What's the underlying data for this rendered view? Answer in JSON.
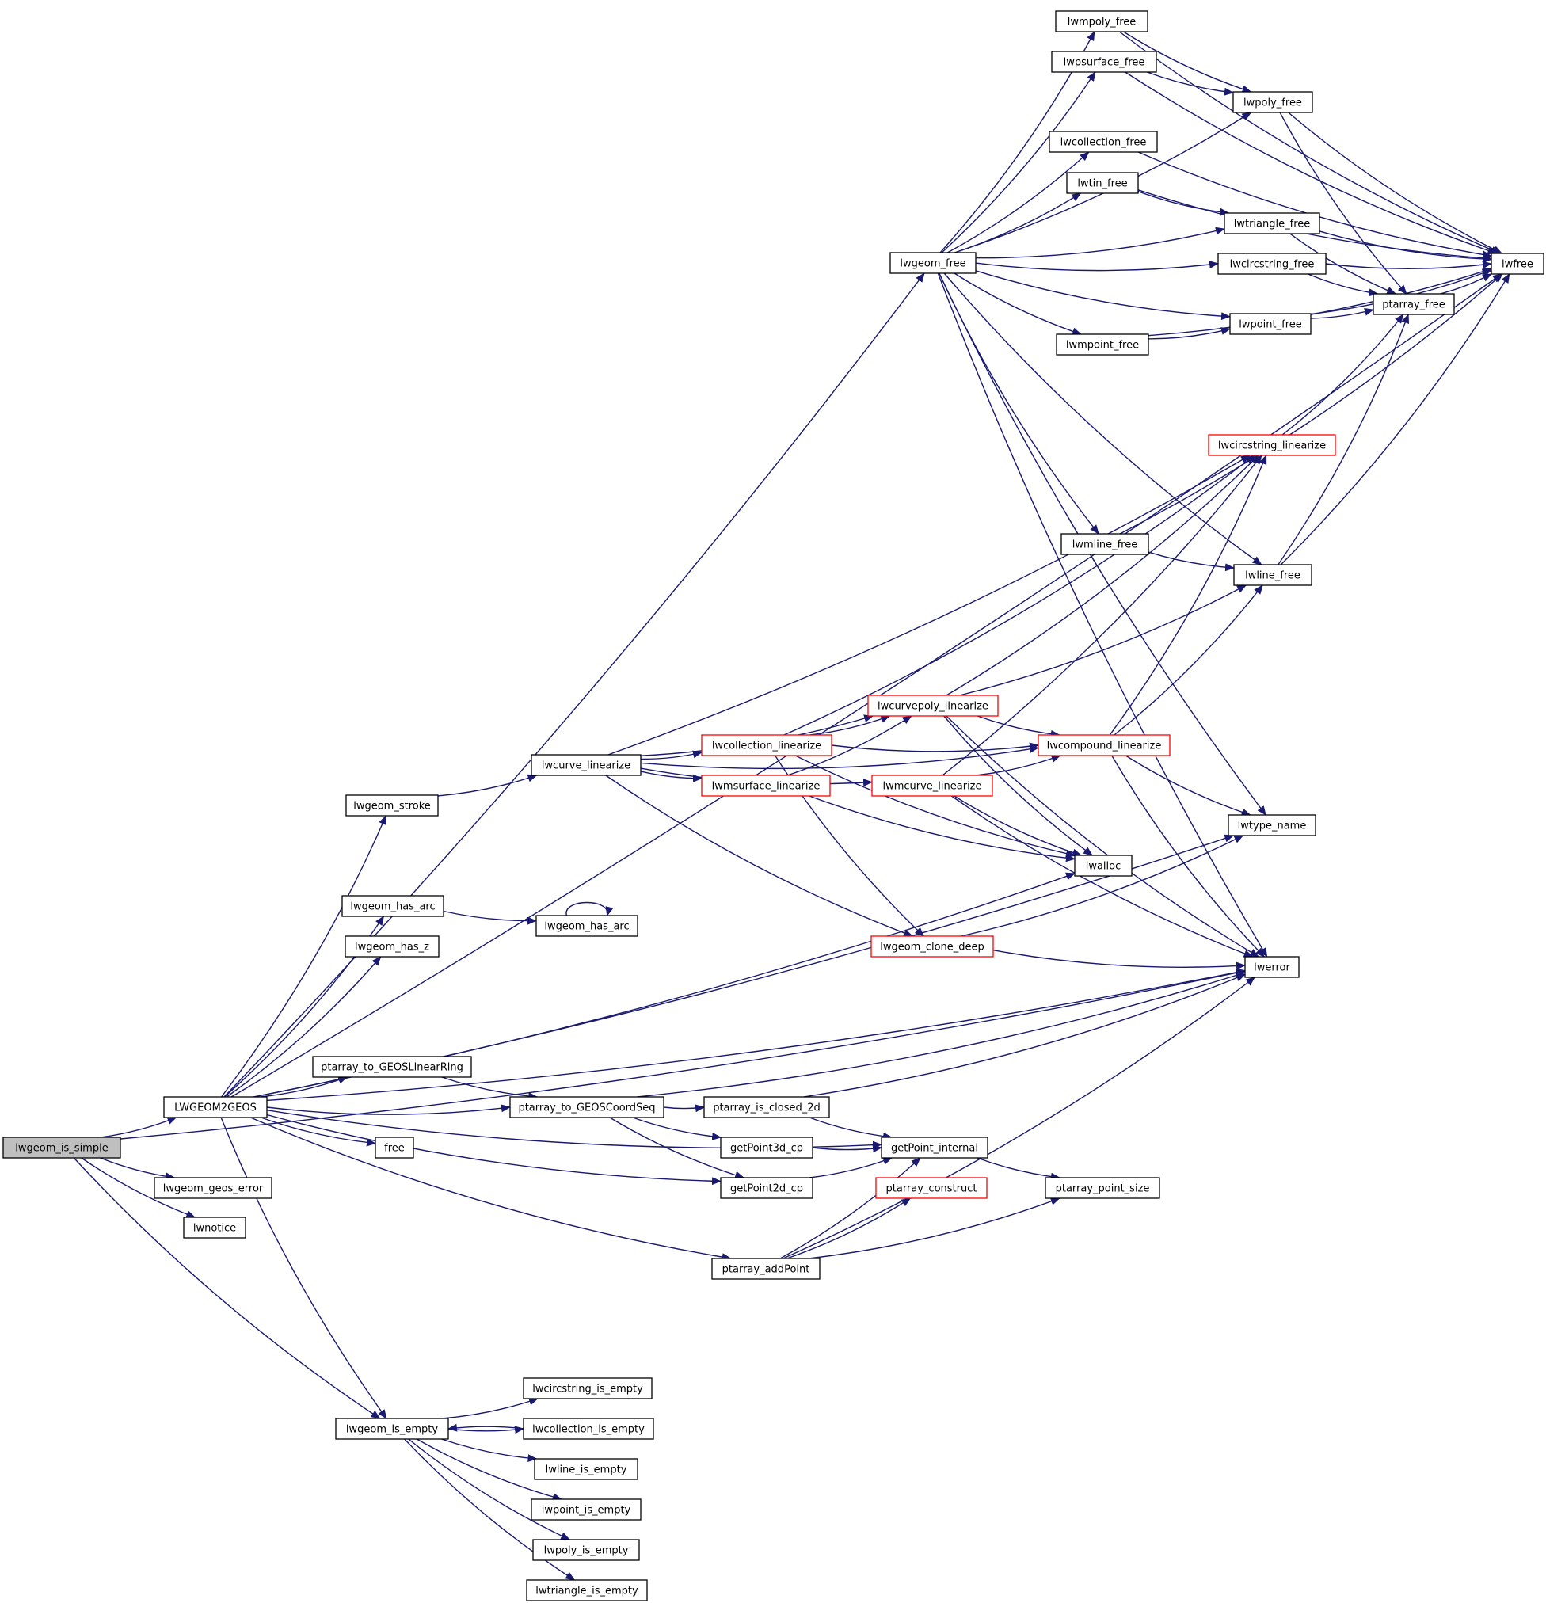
{
  "nodes": {
    "lwgeom_is_simple": "lwgeom_is_simple",
    "LWGEOM2GEOS": "LWGEOM2GEOS",
    "lwgeom_geos_error": "lwgeom_geos_error",
    "lwnotice": "lwnotice",
    "lwgeom_free": "lwgeom_free",
    "lwmpoly_free": "lwmpoly_free",
    "lwpsurface_free": "lwpsurface_free",
    "lwpoly_free": "lwpoly_free",
    "lwcollection_free": "lwcollection_free",
    "lwtin_free": "lwtin_free",
    "lwtriangle_free": "lwtriangle_free",
    "lwcircstring_free": "lwcircstring_free",
    "lwfree": "lwfree",
    "ptarray_free": "ptarray_free",
    "lwpoint_free": "lwpoint_free",
    "lwmpoint_free": "lwmpoint_free",
    "lwcircstring_linearize": "lwcircstring_linearize",
    "lwmline_free": "lwmline_free",
    "lwline_free": "lwline_free",
    "lwcurvepoly_linearize": "lwcurvepoly_linearize",
    "lwcollection_linearize": "lwcollection_linearize",
    "lwcompound_linearize": "lwcompound_linearize",
    "lwcurve_linearize": "lwcurve_linearize",
    "lwmsurface_linearize": "lwmsurface_linearize",
    "lwmcurve_linearize": "lwmcurve_linearize",
    "lwgeom_stroke": "lwgeom_stroke",
    "lwtype_name": "lwtype_name",
    "lwalloc": "lwalloc",
    "lwgeom_has_arc": "lwgeom_has_arc",
    "lwgeom_has_arc_2": "lwgeom_has_arc",
    "lwgeom_has_z": "lwgeom_has_z",
    "lwgeom_clone_deep": "lwgeom_clone_deep",
    "lwerror": "lwerror",
    "ptarray_to_GEOSLinearRing": "ptarray_to_GEOSLinearRing",
    "ptarray_to_GEOSCoordSeq": "ptarray_to_GEOSCoordSeq",
    "ptarray_is_closed_2d": "ptarray_is_closed_2d",
    "free": "free",
    "getPoint3d_cp": "getPoint3d_cp",
    "getPoint_internal": "getPoint_internal",
    "getPoint2d_cp": "getPoint2d_cp",
    "ptarray_construct": "ptarray_construct",
    "ptarray_point_size": "ptarray_point_size",
    "ptarray_addPoint": "ptarray_addPoint",
    "lwcircstring_is_empty": "lwcircstring_is_empty",
    "lwgeom_is_empty": "lwgeom_is_empty",
    "lwcollection_is_empty": "lwcollection_is_empty",
    "lwline_is_empty": "lwline_is_empty",
    "lwpoint_is_empty": "lwpoint_is_empty",
    "lwpoly_is_empty": "lwpoly_is_empty",
    "lwtriangle_is_empty": "lwtriangle_is_empty"
  },
  "colors": {
    "edge": "#191970",
    "node_border": "#000000",
    "node_border_truncated": "#ff0000",
    "root_fill": "#bfbfbf"
  }
}
